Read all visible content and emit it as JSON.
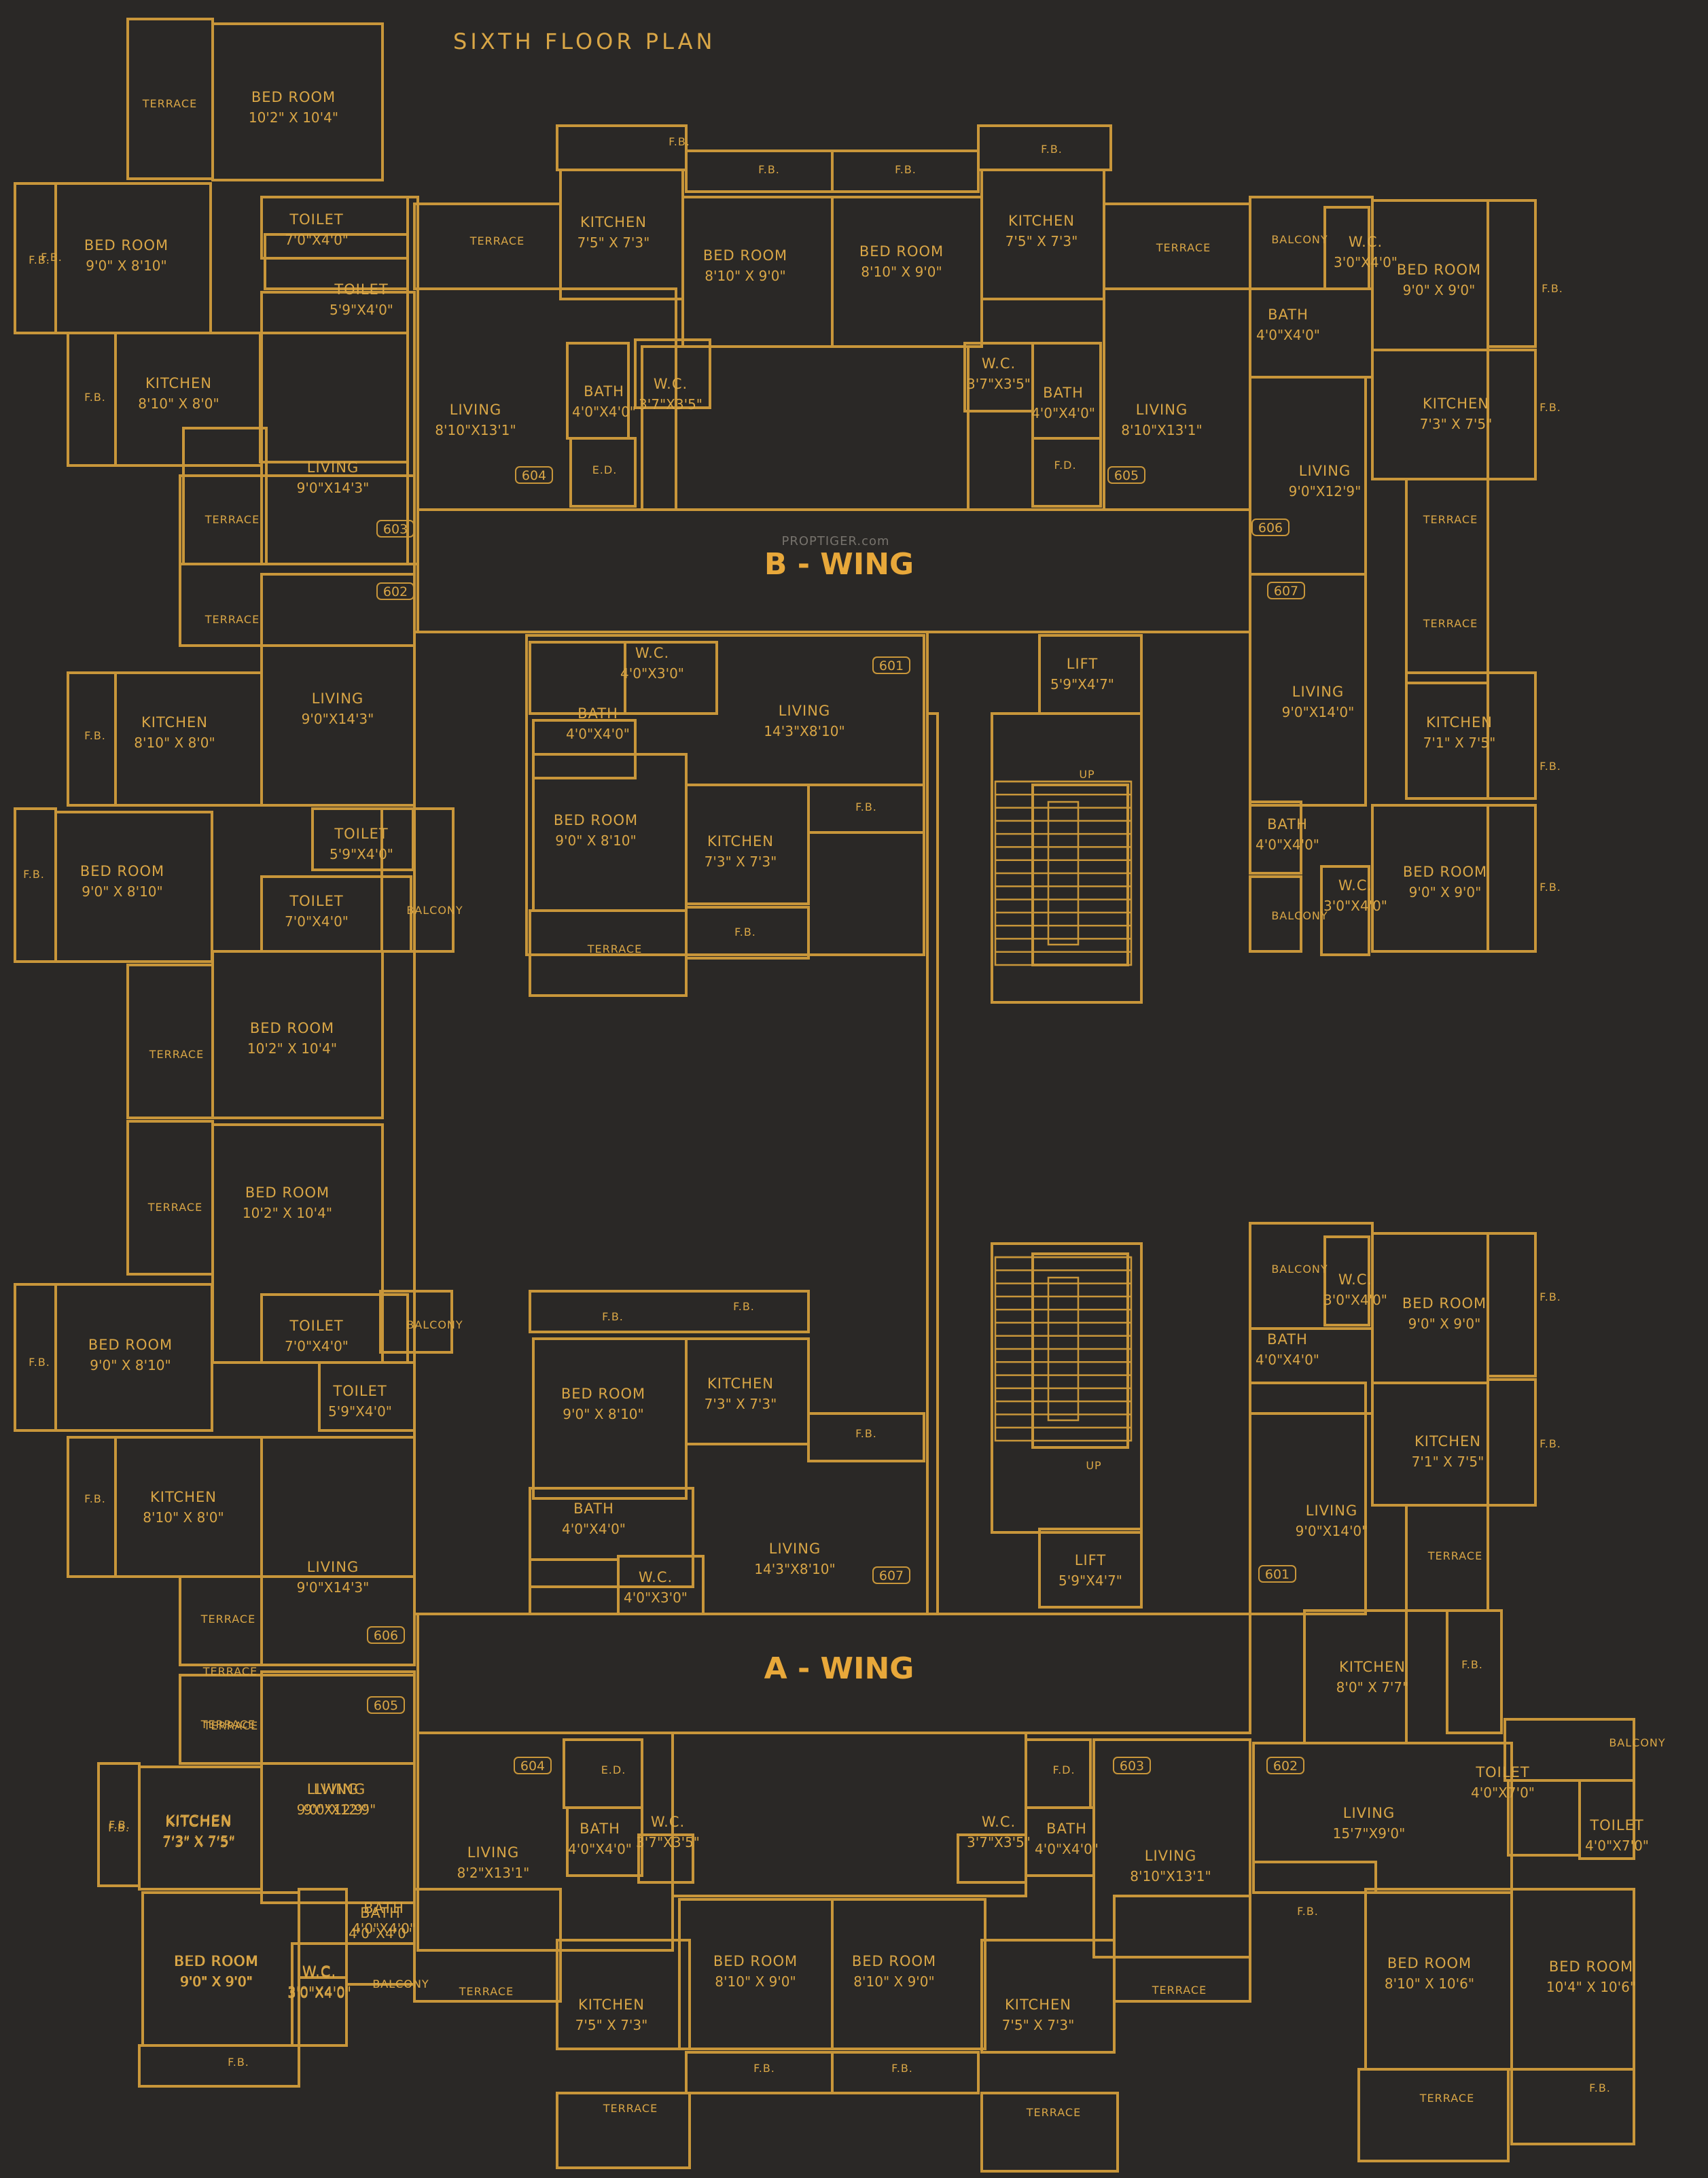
{
  "title": "SIXTH FLOOR PLAN",
  "watermark": "PROPTIGER.com",
  "wings": [
    "B - WING",
    "A - WING"
  ],
  "stairs": [
    "UP",
    "UP"
  ],
  "rooms": [
    {
      "name": "TERRACE",
      "size": ""
    },
    {
      "name": "BED ROOM",
      "size": "10'2\" X 10'4\""
    },
    {
      "name": "TOILET",
      "size": "7'0\"X4'0\""
    },
    {
      "name": "TOILET",
      "size": "5'9\"X4'0\""
    },
    {
      "name": "BED ROOM",
      "size": "9'0\" X 8'10\""
    },
    {
      "name": "F.B.",
      "size": ""
    },
    {
      "name": "KITCHEN",
      "size": "8'10\" X 8'0\""
    },
    {
      "name": "F.B.",
      "size": ""
    },
    {
      "name": "LIVING",
      "size": "9'0\"X14'3\""
    },
    {
      "name": "TERRACE",
      "size": ""
    },
    {
      "name": "TERRACE",
      "size": ""
    },
    {
      "name": "LIVING",
      "size": "9'0\"X14'3\""
    },
    {
      "name": "KITCHEN",
      "size": "8'10\" X 8'0\""
    },
    {
      "name": "F.B.",
      "size": ""
    },
    {
      "name": "TOILET",
      "size": "5'9\"X4'0\""
    },
    {
      "name": "BED ROOM",
      "size": "9'0\" X 8'10\""
    },
    {
      "name": "F.B.",
      "size": ""
    },
    {
      "name": "TOILET",
      "size": "7'0\"X4'0\""
    },
    {
      "name": "BALCONY",
      "size": ""
    },
    {
      "name": "BED ROOM",
      "size": "10'2\" X 10'4\""
    },
    {
      "name": "TERRACE",
      "size": ""
    },
    {
      "name": "BED ROOM",
      "size": "10'2\" X 10'4\""
    },
    {
      "name": "TERRACE",
      "size": ""
    },
    {
      "name": "TOILET",
      "size": "7'0\"X4'0\""
    },
    {
      "name": "BALCONY",
      "size": ""
    },
    {
      "name": "BED ROOM",
      "size": "9'0\" X 8'10\""
    },
    {
      "name": "F.B.",
      "size": ""
    },
    {
      "name": "TOILET",
      "size": "5'9\"X4'0\""
    },
    {
      "name": "KITCHEN",
      "size": "8'10\" X 8'0\""
    },
    {
      "name": "F.B.",
      "size": ""
    },
    {
      "name": "LIVING",
      "size": "9'0\"X14'3\""
    },
    {
      "name": "TERRACE",
      "size": ""
    },
    {
      "name": "TERRACE",
      "size": ""
    },
    {
      "name": "LIVING",
      "size": "9'0\"X12'9\""
    },
    {
      "name": "KITCHEN",
      "size": "7'3\" X 7'5\""
    },
    {
      "name": "F.B.",
      "size": ""
    },
    {
      "name": "BATH",
      "size": "4'0\"X4'0\""
    },
    {
      "name": "BED ROOM",
      "size": "9'0\" X 9'0\""
    },
    {
      "name": "W.C.",
      "size": "3'0\"X4'0\""
    },
    {
      "name": "BALCONY",
      "size": ""
    },
    {
      "name": "F.B.",
      "size": ""
    },
    {
      "name": "F.B.",
      "size": ""
    },
    {
      "name": "F.B.",
      "size": ""
    },
    {
      "name": "F.B.",
      "size": ""
    },
    {
      "name": "F.B.",
      "size": ""
    },
    {
      "name": "TERRACE",
      "size": ""
    },
    {
      "name": "KITCHEN",
      "size": "7'5\" X 7'3\""
    },
    {
      "name": "BED ROOM",
      "size": "8'10\" X 9'0\""
    },
    {
      "name": "BED ROOM",
      "size": "8'10\" X 9'0\""
    },
    {
      "name": "KITCHEN",
      "size": "7'5\" X 7'3\""
    },
    {
      "name": "TERRACE",
      "size": ""
    },
    {
      "name": "BATH",
      "size": "4'0\"X4'0\""
    },
    {
      "name": "W.C.",
      "size": "3'7\"X3'5\""
    },
    {
      "name": "W.C.",
      "size": "3'7\"X3'5\""
    },
    {
      "name": "BATH",
      "size": "4'0\"X4'0\""
    },
    {
      "name": "LIVING",
      "size": "8'10\"X13'1\""
    },
    {
      "name": "LIVING",
      "size": "8'10\"X13'1\""
    },
    {
      "name": "E.D.",
      "size": ""
    },
    {
      "name": "F.D.",
      "size": ""
    },
    {
      "name": "BALCONY",
      "size": ""
    },
    {
      "name": "W.C.",
      "size": "3'0\"X4'0\""
    },
    {
      "name": "BATH",
      "size": "4'0\"X4'0\""
    },
    {
      "name": "BED ROOM",
      "size": "9'0\" X 9'0\""
    },
    {
      "name": "F.B.",
      "size": ""
    },
    {
      "name": "KITCHEN",
      "size": "7'3\" X 7'5\""
    },
    {
      "name": "F.B.",
      "size": ""
    },
    {
      "name": "LIVING",
      "size": "9'0\"X12'9\""
    },
    {
      "name": "TERRACE",
      "size": ""
    },
    {
      "name": "TERRACE",
      "size": ""
    },
    {
      "name": "LIVING",
      "size": "9'0\"X14'0\""
    },
    {
      "name": "KITCHEN",
      "size": "7'1\" X 7'5\""
    },
    {
      "name": "F.B.",
      "size": ""
    },
    {
      "name": "BATH",
      "size": "4'0\"X4'0\""
    },
    {
      "name": "W.C.",
      "size": "3'0\"X4'0\""
    },
    {
      "name": "BALCONY",
      "size": ""
    },
    {
      "name": "BED ROOM",
      "size": "9'0\" X 9'0\""
    },
    {
      "name": "F.B.",
      "size": ""
    },
    {
      "name": "W.C.",
      "size": "4'0\"X3'0\""
    },
    {
      "name": "BATH",
      "size": "4'0\"X4'0\""
    },
    {
      "name": "LIVING",
      "size": "14'3\"X8'10\""
    },
    {
      "name": "BED ROOM",
      "size": "9'0\" X 8'10\""
    },
    {
      "name": "KITCHEN",
      "size": "7'3\" X 7'3\""
    },
    {
      "name": "F.B.",
      "size": ""
    },
    {
      "name": "F.B.",
      "size": ""
    },
    {
      "name": "TERRACE",
      "size": ""
    },
    {
      "name": "LIFT",
      "size": "5'9\"X4'7\""
    },
    {
      "name": "F.B.",
      "size": ""
    },
    {
      "name": "F.B.",
      "size": ""
    },
    {
      "name": "BED ROOM",
      "size": "9'0\" X 8'10\""
    },
    {
      "name": "KITCHEN",
      "size": "7'3\" X 7'3\""
    },
    {
      "name": "F.B.",
      "size": ""
    },
    {
      "name": "BATH",
      "size": "4'0\"X4'0\""
    },
    {
      "name": "LIVING",
      "size": "14'3\"X8'10\""
    },
    {
      "name": "W.C.",
      "size": "4'0\"X3'0\""
    },
    {
      "name": "LIFT",
      "size": "5'9\"X4'7\""
    },
    {
      "name": "BALCONY",
      "size": ""
    },
    {
      "name": "W.C.",
      "size": "3'0\"X4'0\""
    },
    {
      "name": "BATH",
      "size": "4'0\"X4'0\""
    },
    {
      "name": "BED ROOM",
      "size": "9'0\" X 9'0\""
    },
    {
      "name": "F.B.",
      "size": ""
    },
    {
      "name": "KITCHEN",
      "size": "7'1\" X 7'5\""
    },
    {
      "name": "F.B.",
      "size": ""
    },
    {
      "name": "LIVING",
      "size": "9'0\"X14'0\""
    },
    {
      "name": "TERRACE",
      "size": ""
    },
    {
      "name": "KITCHEN",
      "size": "8'0\" X 7'7\""
    },
    {
      "name": "F.B.",
      "size": ""
    },
    {
      "name": "TERRACE",
      "size": ""
    },
    {
      "name": "TERRACE",
      "size": ""
    },
    {
      "name": "KITCHEN",
      "size": "7'3\" X 7'5\""
    },
    {
      "name": "F.B.",
      "size": ""
    },
    {
      "name": "LIVING",
      "size": "9'0\"X12'9\""
    },
    {
      "name": "BATH",
      "size": "4'0\"X4'0\""
    },
    {
      "name": "BED ROOM",
      "size": "9'0\" X 9'0\""
    },
    {
      "name": "W.C.",
      "size": "3'0\"X4'0\""
    },
    {
      "name": "BALCONY",
      "size": ""
    },
    {
      "name": "F.B.",
      "size": ""
    },
    {
      "name": "E.D.",
      "size": ""
    },
    {
      "name": "BATH",
      "size": "4'0\"X4'0\""
    },
    {
      "name": "W.C.",
      "size": "3'7\"X3'5\""
    },
    {
      "name": "LIVING",
      "size": "8'2\"X13'1\""
    },
    {
      "name": "TERRACE",
      "size": ""
    },
    {
      "name": "KITCHEN",
      "size": "7'5\" X 7'3\""
    },
    {
      "name": "BED ROOM",
      "size": "8'10\" X 9'0\""
    },
    {
      "name": "BED ROOM",
      "size": "8'10\" X 9'0\""
    },
    {
      "name": "KITCHEN",
      "size": "7'5\" X 7'3\""
    },
    {
      "name": "F.B.",
      "size": ""
    },
    {
      "name": "F.B.",
      "size": ""
    },
    {
      "name": "TERRACE",
      "size": ""
    },
    {
      "name": "TERRACE",
      "size": ""
    },
    {
      "name": "F.D.",
      "size": ""
    },
    {
      "name": "BATH",
      "size": "4'0\"X4'0\""
    },
    {
      "name": "W.C.",
      "size": "3'7\"X3'5\""
    },
    {
      "name": "LIVING",
      "size": "8'10\"X13'1\""
    },
    {
      "name": "TERRACE",
      "size": ""
    },
    {
      "name": "LIVING",
      "size": "15'7\"X9'0\""
    },
    {
      "name": "TOILET",
      "size": "4'0\"X7'0\""
    },
    {
      "name": "TOILET",
      "size": "4'0\"X7'0\""
    },
    {
      "name": "BALCONY",
      "size": ""
    },
    {
      "name": "F.B.",
      "size": ""
    },
    {
      "name": "BED ROOM",
      "size": "8'10\" X 10'6\""
    },
    {
      "name": "BED ROOM",
      "size": "10'4\" X 10'6\""
    },
    {
      "name": "TERRACE",
      "size": ""
    },
    {
      "name": "F.B.",
      "size": ""
    }
  ],
  "unit_tags": [
    "603",
    "602",
    "604",
    "605",
    "606",
    "607",
    "601",
    "607",
    "601",
    "606",
    "605",
    "604",
    "603",
    "602"
  ]
}
